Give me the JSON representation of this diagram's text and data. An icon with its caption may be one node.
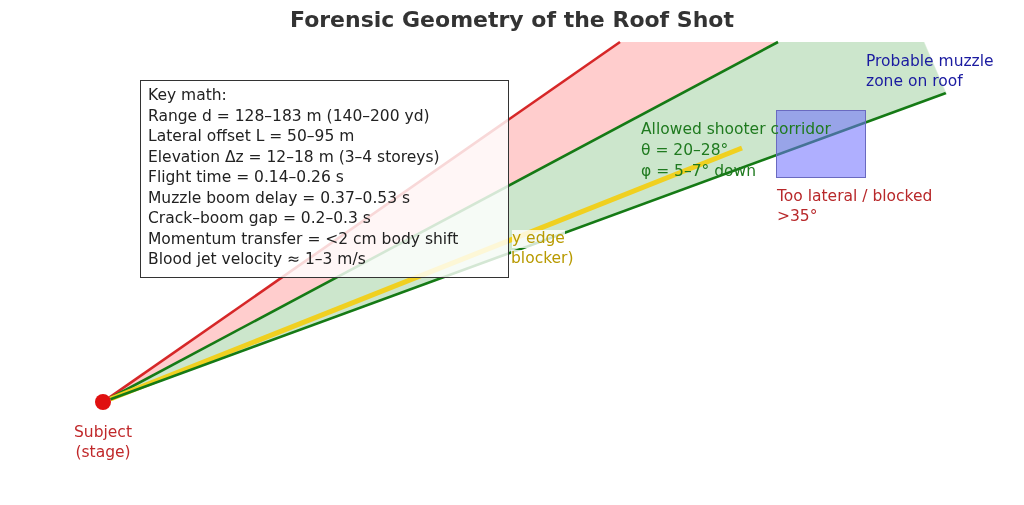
{
  "diagram": {
    "title": "Forensic Geometry of the Roof Shot",
    "nodes": [
      {
        "text": [],
        "shape": "circle",
        "beside": [
          "Subject (stage)"
        ]
      },
      {
        "text": [
          "Key math:",
          "Range d = 128–183 m (140–200 yd)",
          "Lateral offset L = 50–95 m",
          "Elevation Δz = 12–18 m (3–4 storeys)",
          "Flight time = 0.14–0.26 s",
          "Muzzle boom delay = 0.37–0.53 s",
          "Crack–boom gap = 0.2–0.3 s",
          "Momentum transfer = <2 cm body shift",
          "Blood jet velocity ≈ 1–3 m/s"
        ]
      },
      {
        "text": [],
        "shape": "box",
        "beside": [
          "Too lateral / blocked >35°"
        ]
      }
    ],
    "labels": [
      "Probable muzzle zone on roof",
      "Allowed shooter corridor",
      "θ = 20–28°",
      "φ = 5–7° down",
      "y edge",
      "blocker)"
    ]
  }
}
